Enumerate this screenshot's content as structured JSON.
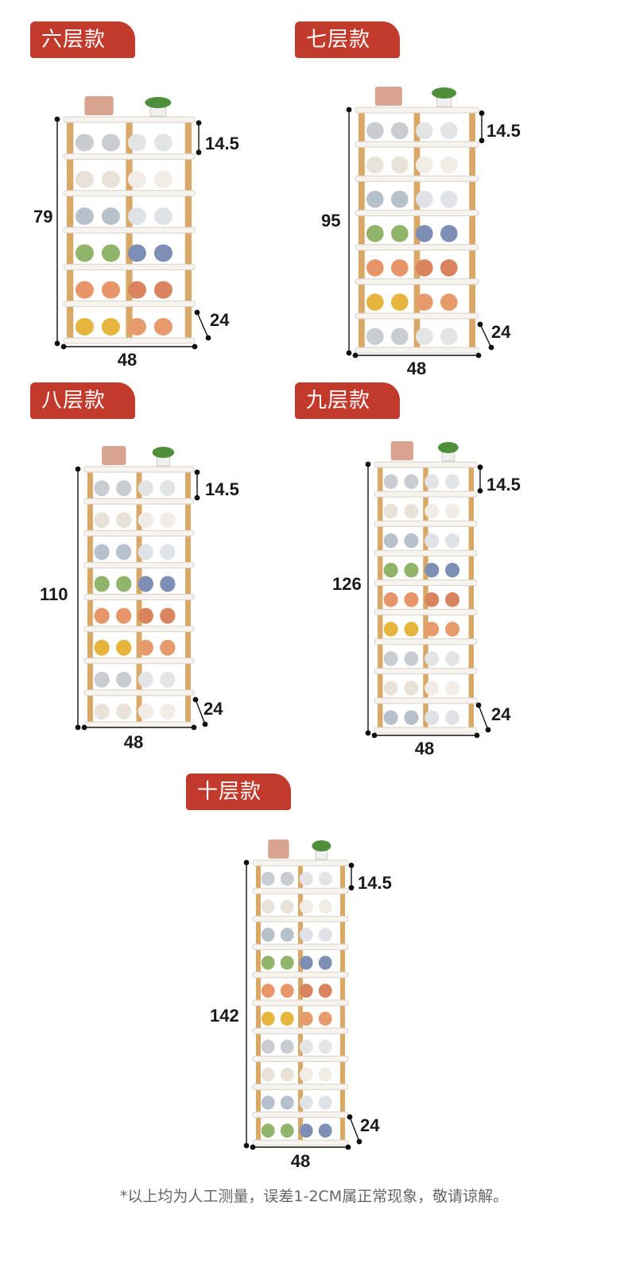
{
  "models": [
    {
      "label": "六层款",
      "tiers": 6,
      "height": "79",
      "tier_gap": "14.5",
      "depth": "24",
      "width": "48"
    },
    {
      "label": "七层款",
      "tiers": 7,
      "height": "95",
      "tier_gap": "14.5",
      "depth": "24",
      "width": "48"
    },
    {
      "label": "八层款",
      "tiers": 8,
      "height": "110",
      "tier_gap": "14.5",
      "depth": "24",
      "width": "48"
    },
    {
      "label": "九层款",
      "tiers": 9,
      "height": "126",
      "tier_gap": "14.5",
      "depth": "24",
      "width": "48"
    },
    {
      "label": "十层款",
      "tiers": 10,
      "height": "142",
      "tier_gap": "14.5",
      "depth": "24",
      "width": "48"
    }
  ],
  "footnote": "*以上均为人工测量，误差1-2CM属正常现象，敬请谅解。",
  "colors": {
    "tag": "#c23a2c",
    "wood": "#d9a867",
    "shelf": "#f7f3ee",
    "shelf_edge": "#d8d2ca"
  }
}
